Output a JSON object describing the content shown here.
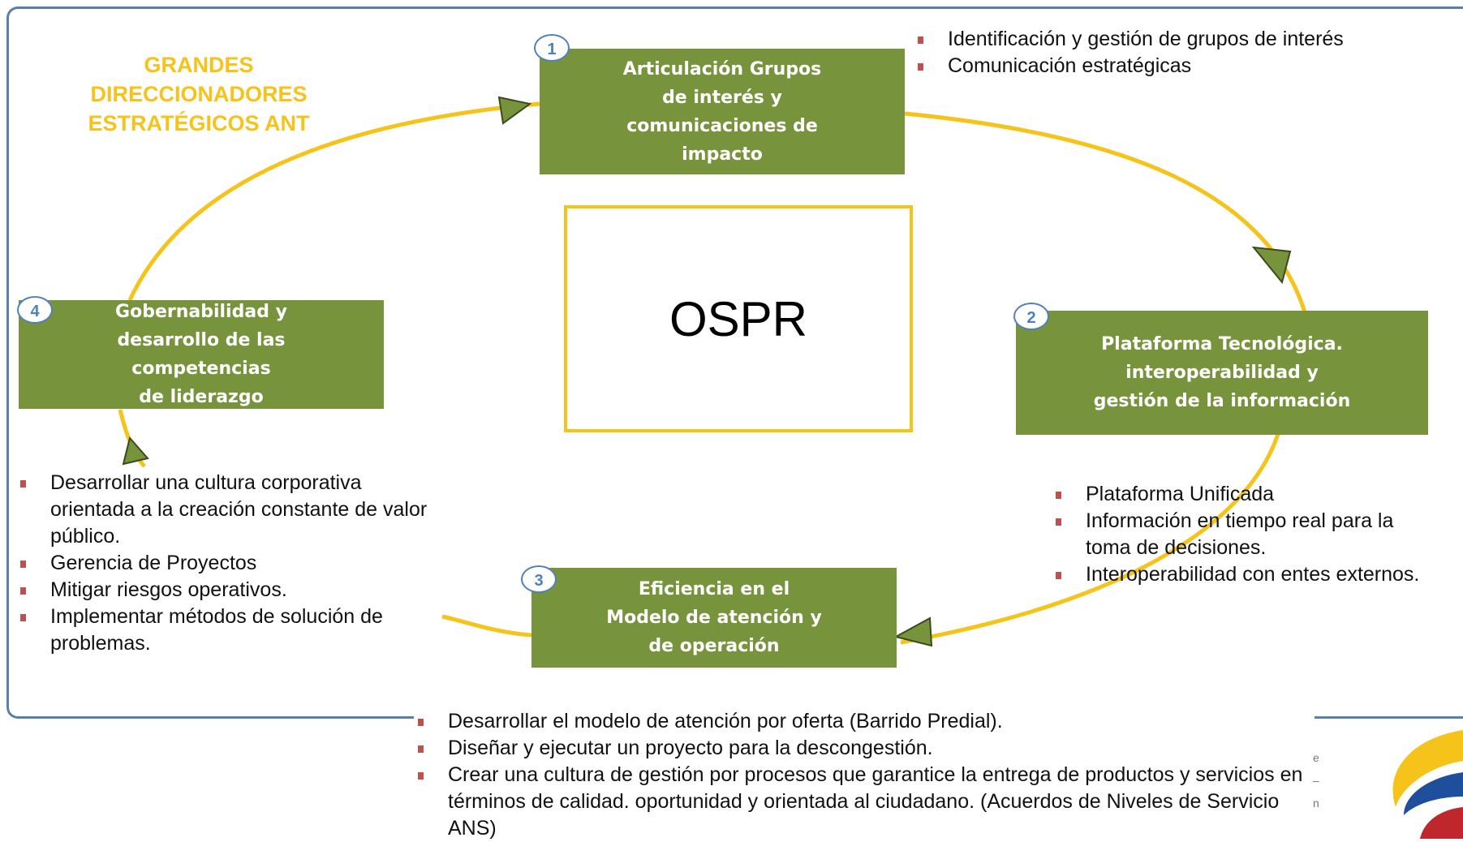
{
  "title": "GRANDES\nDIRECCIONADORES\nESTRATÉGICOS ANT",
  "center_label": "OSPR",
  "boxes": [
    {
      "number": "1",
      "label": "Articulación Grupos\nde  interés y\ncomunicaciones de\nimpacto"
    },
    {
      "number": "2",
      "label": "Plataforma Tecnológica.\ninteroperabilidad  y\ngestión de la información"
    },
    {
      "number": "3",
      "label": "Eficiencia en el\nModelo de atención y\nde operación"
    },
    {
      "number": "4",
      "label": "Gobernabilidad y\ndesarrollo de las\ncompetencias\nde liderazgo"
    }
  ],
  "bullets_1": [
    "Identificación y gestión de grupos de interés",
    "Comunicación estratégicas"
  ],
  "bullets_2": [
    "Plataforma Unificada",
    "Información en tiempo  real para la toma de decisiones.",
    "Interoperabilidad con entes externos."
  ],
  "bullets_3": [
    "Desarrollar el modelo de atención por oferta (Barrido Predial).",
    "Diseñar y ejecutar un proyecto para la descongestión.",
    "Crear una cultura de gestión por procesos que garantice la entrega de productos y servicios en términos de calidad. oportunidad  y orientada al ciudadano. (Acuerdos de Niveles de Servicio ANS)"
  ],
  "bullets_4": [
    "Desarrollar una cultura corporativa orientada a la creación constante de valor público.",
    "Gerencia de Proyectos",
    "Mitigar riesgos operativos.",
    "Implementar métodos de solución de problemas."
  ],
  "colors": {
    "box": "#77933c",
    "cycle": "#f6c31a",
    "title": "#f6c31a",
    "frame": "#5b7fad",
    "badge": "#4f81bd",
    "bullet": "#c0504d"
  }
}
